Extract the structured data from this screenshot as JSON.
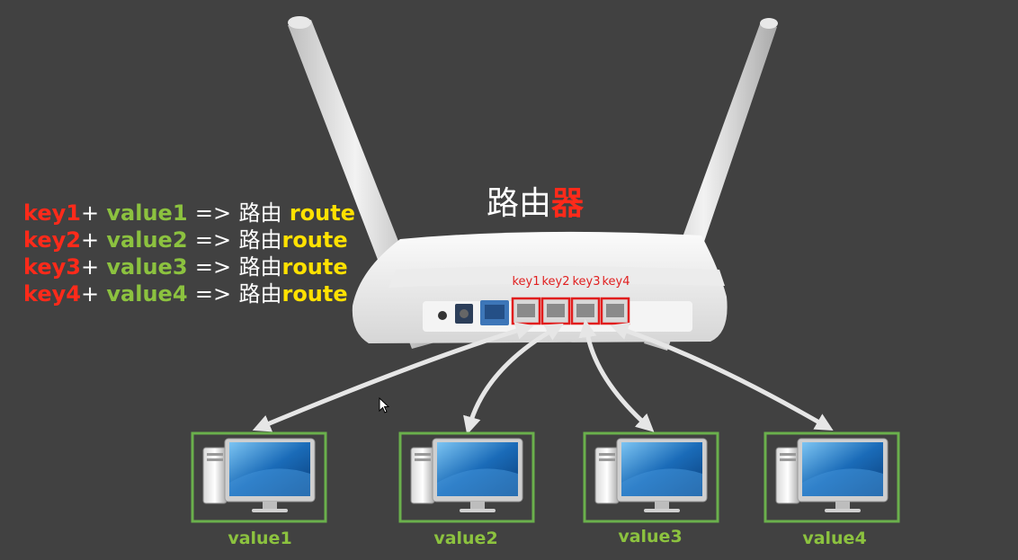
{
  "title": {
    "part1": "路由",
    "part2": "器"
  },
  "mappings": [
    {
      "key": "key1",
      "plus": "+",
      "value": "value1",
      "arrow": "=>",
      "zh": "路由",
      "route": "route"
    },
    {
      "key": "key2",
      "plus": "+",
      "value": "value2",
      "arrow": "=>",
      "zh": "路由",
      "route": "route"
    },
    {
      "key": "key3",
      "plus": "+",
      "value": "value3",
      "arrow": "=>",
      "zh": "路由",
      "route": "route"
    },
    {
      "key": "key4",
      "plus": "+",
      "value": "value4",
      "arrow": "=>",
      "zh": "路由",
      "route": "route"
    }
  ],
  "ports": [
    "key1",
    "key2",
    "key3",
    "key4"
  ],
  "computers": [
    "value1",
    "value2",
    "value3",
    "value4"
  ],
  "colors": {
    "background": "#414141",
    "key": "#ff2a1a",
    "value": "#8cc23f",
    "route": "#ffe100",
    "port_highlight": "#e02020",
    "computer_frame": "#6ab04c"
  }
}
